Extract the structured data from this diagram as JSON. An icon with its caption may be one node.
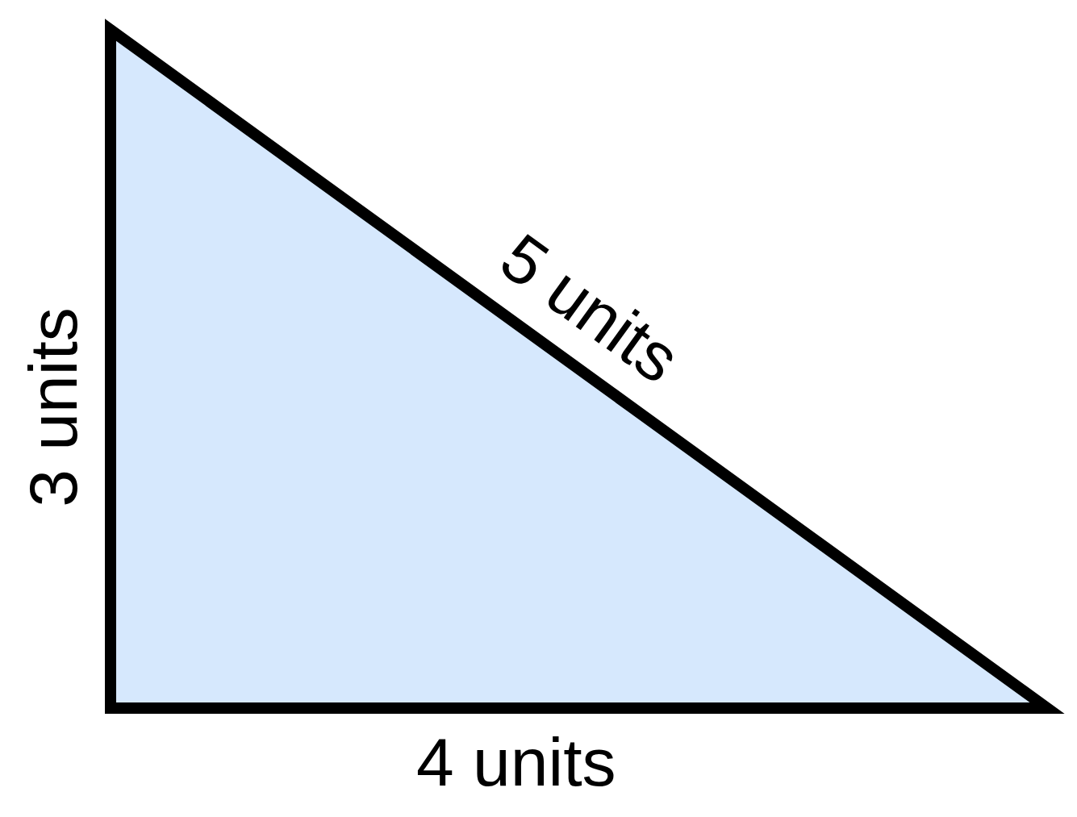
{
  "diagram": {
    "labels": [
      "5 units",
      "3 units",
      "4 units"
    ]
  }
}
